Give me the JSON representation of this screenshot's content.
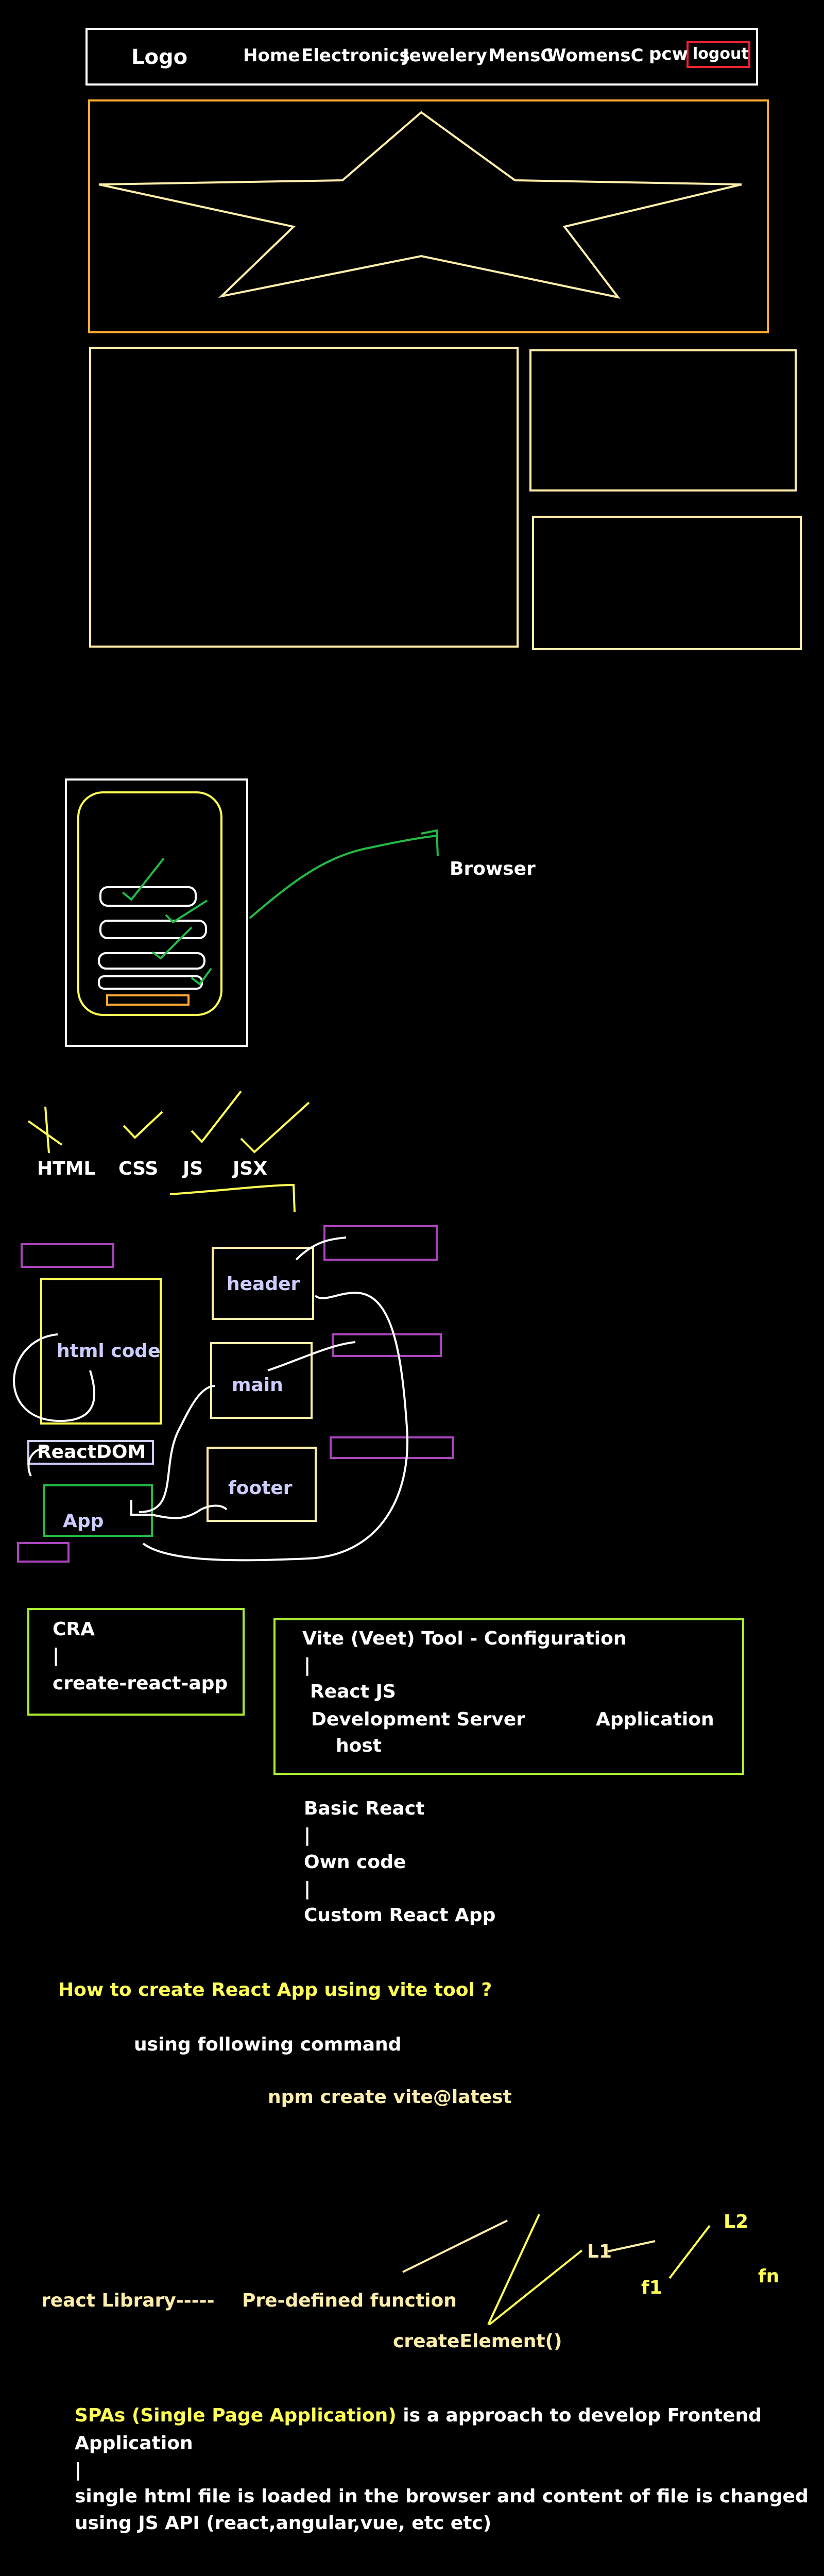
{
  "colors": {
    "background": "#000000",
    "white": "#ffffff",
    "yellow": "#ffff55",
    "cream": "#ffeeaa",
    "orange": "#ffaa33",
    "green": "#22bb44",
    "lime": "#aaee33",
    "purple": "#aa44bb",
    "lavender": "#ccccff",
    "red": "#ee2233"
  },
  "navbar": {
    "logo": "Logo",
    "links": [
      "Home",
      "Electronics",
      "Jewelery",
      "MensC",
      "WomensC"
    ],
    "user": "pcw",
    "logout": "logout"
  },
  "browser_label": "Browser",
  "tech_stack": [
    "HTML",
    "CSS",
    "JS",
    "JSX"
  ],
  "components": {
    "html_code": "html code",
    "header": "header",
    "main": "main",
    "footer": "footer",
    "react_dom": "ReactDOM",
    "app": "App"
  },
  "cra_box": {
    "title": "CRA",
    "pipe": "|",
    "name": "create-react-app"
  },
  "vite_box": {
    "title": "Vite (Veet) Tool - Configuration",
    "pipe": "|",
    "react": "React JS",
    "server": "Development Server",
    "host": "host",
    "application": "Application"
  },
  "basic_react": {
    "line1": "Basic React",
    "pipe1": "|",
    "line2": "Own code",
    "pipe2": "|",
    "line3": "Custom React App"
  },
  "vite_question": "How to create React App using vite tool ?",
  "following": "using following command",
  "command": "npm create vite@latest",
  "library": {
    "label": "react Library-----",
    "predefined": "Pre-defined function",
    "create_element": "createElement()",
    "l1": "L1",
    "l2": "L2",
    "f1": "f1",
    "fn": "fn"
  },
  "spa": {
    "highlight": "SPAs (Single Page Application)",
    "rest1": " is a approach to develop Frontend",
    "line2": "Application",
    "pipe": "|",
    "line3": "single html file is loaded in the browser and content of file is changed",
    "line4": "using JS API (react,angular,vue, etc etc)"
  }
}
